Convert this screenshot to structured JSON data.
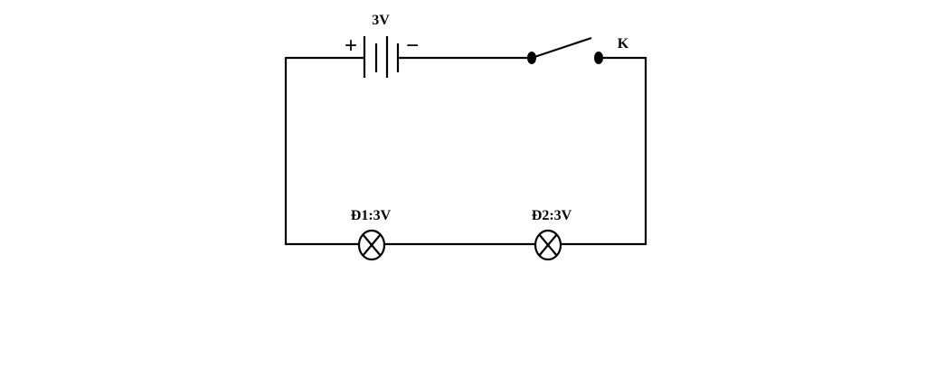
{
  "diagram": {
    "battery": {
      "label": "3V",
      "plus_sign": "+",
      "minus_sign": "−"
    },
    "switch": {
      "label": "K",
      "state": "open"
    },
    "lamps": [
      {
        "label": "Đ1:3V"
      },
      {
        "label": "Đ2:3V"
      }
    ],
    "colors": {
      "stroke": "#000000",
      "background": "#ffffff"
    }
  }
}
